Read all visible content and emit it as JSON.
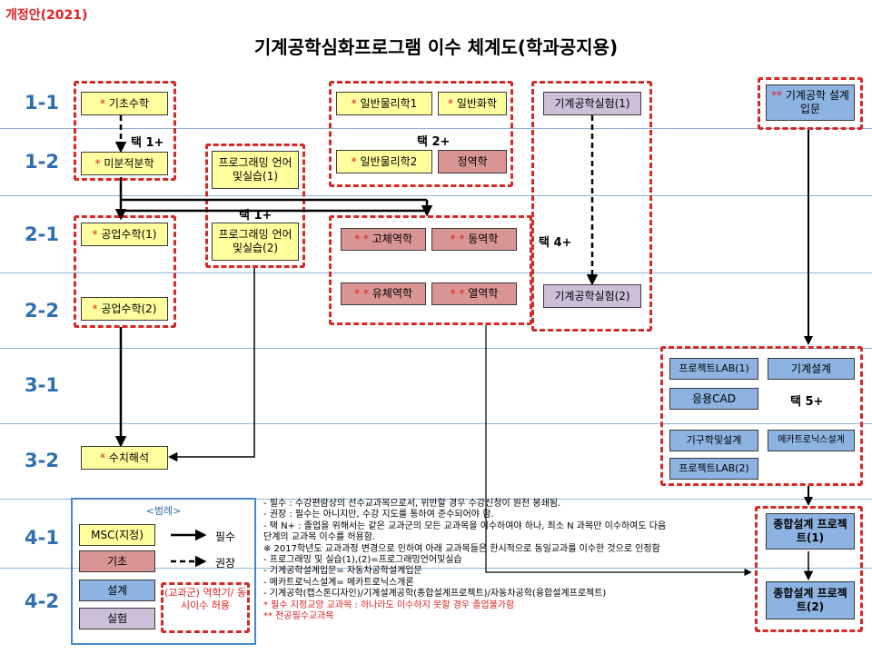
{
  "header": {
    "revision": "개정안(2021)",
    "title": "기계공학심화프로그램 이수 체계도(학과공지용)"
  },
  "semesters": [
    "1-1",
    "1-2",
    "2-1",
    "2-2",
    "3-1",
    "3-2",
    "4-1",
    "4-2"
  ],
  "courses": {
    "calc_basic": {
      "mark": "*",
      "name": "기초수학"
    },
    "diff_calc": {
      "mark": "*",
      "name": "미분적분학"
    },
    "eng_math1": {
      "mark": "*",
      "name": "공업수학(1)"
    },
    "eng_math2": {
      "mark": "*",
      "name": "공업수학(2)"
    },
    "numerical": {
      "mark": "*",
      "name": "수치해석"
    },
    "prog1": {
      "name": "프로그래밍 언어및실습(1)"
    },
    "prog2": {
      "name": "프로그래밍 언어및실습(2)"
    },
    "physics1": {
      "mark": "*",
      "name": "일반물리학1"
    },
    "chemistry": {
      "mark": "*",
      "name": "일반화학"
    },
    "physics2": {
      "mark": "*",
      "name": "일반물리학2"
    },
    "statics": {
      "name": "정역학"
    },
    "solid_mech": {
      "mark": "* *",
      "name": "고체역학"
    },
    "dynamics": {
      "mark": "* *",
      "name": "동역학"
    },
    "fluid_mech": {
      "mark": "* *",
      "name": "유체역학"
    },
    "thermo": {
      "mark": "* *",
      "name": "열역학"
    },
    "mech_lab1": {
      "name": "기계공학실험(1)"
    },
    "mech_lab2": {
      "name": "기계공학실험(2)"
    },
    "intro_design": {
      "mark": "**",
      "name": "기계공학 설계입문"
    },
    "project_lab1": {
      "name": "프로젝트LAB(1)"
    },
    "machine_design": {
      "name": "기계설계"
    },
    "applied_cad": {
      "name": "응용CAD"
    },
    "mechanism_design": {
      "name": "기구학및설계"
    },
    "mechatronics_design": {
      "name": "메카트로닉스설계"
    },
    "project_lab2": {
      "name": "프로젝트LAB(2)"
    },
    "capstone1": {
      "name": "종합설계 프로젝트(1)"
    },
    "capstone2": {
      "name": "종합설계 프로젝트(2)"
    }
  },
  "choices": {
    "math": "택 1+",
    "science": "택 2+",
    "programming": "택 1+",
    "mechanics": "택 4+",
    "design": "택 5+"
  },
  "legend": {
    "title": "<범례>",
    "msc": "MSC(지정)",
    "basic": "기초",
    "design": "설계",
    "lab": "실험",
    "required": "필수",
    "recommended": "권장",
    "group": "(교과군) 역학기/ 동시이수 허용"
  },
  "notes": [
    "- 필수 : 수강편람상의 선수교과목으로서, 위반할 경우 수강신청이 원천 봉쇄됨.",
    "- 권장 : 필수는 아니지만, 수강 지도를 통하여 준수되어야 함.",
    "- 택 N+ : 졸업을 위해서는 같은 교과군의 모든 교과목을 이수하여야 하나, 최소 N 과목만 이수하여도 다음",
    "  단계의 교과목 이수를 허용함.",
    "※ 2017학년도 교과과정 변경으로 인하여 아래 교과목들은 한시적으로 동일교과를 이수한 것으로 인정함",
    "   - 프로그래밍 및 실습(1),(2)=프로그래밍언어및실습",
    "   - 기계공학설계입문= 자동차공학설계입문",
    "   - 메카트로닉스설계= 메카트로닉스개론",
    "   - 기계공학(캡스톤디자인)/기계설계공학(종합설계프로젝트)/자동차공학(융합설계프로젝트)"
  ],
  "notes_red": [
    "* 필수 지정교양 교과목 : 하나라도 이수하지 못할 경우 졸업불가함",
    "** 전공필수교과목"
  ],
  "colors": {
    "msc": "#ffff9e",
    "basic": "#d99594",
    "design": "#8db3e2",
    "lab": "#ccc0d9",
    "group_border": "#d42a2a",
    "semester_label": "#2e6fb0"
  }
}
